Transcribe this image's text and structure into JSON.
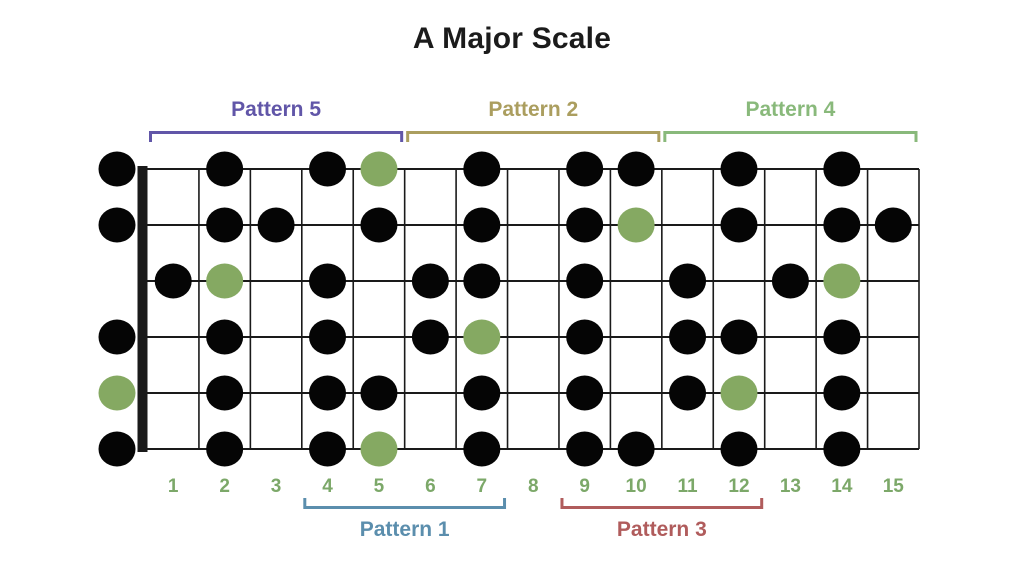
{
  "title": "A Major Scale",
  "colors": {
    "title_text": "#1b1b1b",
    "note_dot": "#050505",
    "root_dot": "#85a962",
    "fret_number": "#7ca869",
    "line": "#1a1a1a"
  },
  "fretboard": {
    "string_count": 6,
    "fret_count": 15,
    "has_open_string_column": true,
    "fret_numbers": [
      "1",
      "2",
      "3",
      "4",
      "5",
      "6",
      "7",
      "8",
      "9",
      "10",
      "11",
      "12",
      "13",
      "14",
      "15"
    ]
  },
  "dots": [
    {
      "string": 1,
      "fret": 0,
      "root": false
    },
    {
      "string": 1,
      "fret": 2,
      "root": false
    },
    {
      "string": 1,
      "fret": 4,
      "root": false
    },
    {
      "string": 1,
      "fret": 5,
      "root": true
    },
    {
      "string": 1,
      "fret": 7,
      "root": false
    },
    {
      "string": 1,
      "fret": 9,
      "root": false
    },
    {
      "string": 1,
      "fret": 10,
      "root": false
    },
    {
      "string": 1,
      "fret": 12,
      "root": false
    },
    {
      "string": 1,
      "fret": 14,
      "root": false
    },
    {
      "string": 2,
      "fret": 0,
      "root": false
    },
    {
      "string": 2,
      "fret": 2,
      "root": false
    },
    {
      "string": 2,
      "fret": 3,
      "root": false
    },
    {
      "string": 2,
      "fret": 5,
      "root": false
    },
    {
      "string": 2,
      "fret": 7,
      "root": false
    },
    {
      "string": 2,
      "fret": 9,
      "root": false
    },
    {
      "string": 2,
      "fret": 10,
      "root": true
    },
    {
      "string": 2,
      "fret": 12,
      "root": false
    },
    {
      "string": 2,
      "fret": 14,
      "root": false
    },
    {
      "string": 2,
      "fret": 15,
      "root": false
    },
    {
      "string": 3,
      "fret": 1,
      "root": false
    },
    {
      "string": 3,
      "fret": 2,
      "root": true
    },
    {
      "string": 3,
      "fret": 4,
      "root": false
    },
    {
      "string": 3,
      "fret": 6,
      "root": false
    },
    {
      "string": 3,
      "fret": 7,
      "root": false
    },
    {
      "string": 3,
      "fret": 9,
      "root": false
    },
    {
      "string": 3,
      "fret": 11,
      "root": false
    },
    {
      "string": 3,
      "fret": 13,
      "root": false
    },
    {
      "string": 3,
      "fret": 14,
      "root": true
    },
    {
      "string": 4,
      "fret": 0,
      "root": false
    },
    {
      "string": 4,
      "fret": 2,
      "root": false
    },
    {
      "string": 4,
      "fret": 4,
      "root": false
    },
    {
      "string": 4,
      "fret": 6,
      "root": false
    },
    {
      "string": 4,
      "fret": 7,
      "root": true
    },
    {
      "string": 4,
      "fret": 9,
      "root": false
    },
    {
      "string": 4,
      "fret": 11,
      "root": false
    },
    {
      "string": 4,
      "fret": 12,
      "root": false
    },
    {
      "string": 4,
      "fret": 14,
      "root": false
    },
    {
      "string": 5,
      "fret": 0,
      "root": true
    },
    {
      "string": 5,
      "fret": 2,
      "root": false
    },
    {
      "string": 5,
      "fret": 4,
      "root": false
    },
    {
      "string": 5,
      "fret": 5,
      "root": false
    },
    {
      "string": 5,
      "fret": 7,
      "root": false
    },
    {
      "string": 5,
      "fret": 9,
      "root": false
    },
    {
      "string": 5,
      "fret": 11,
      "root": false
    },
    {
      "string": 5,
      "fret": 12,
      "root": true
    },
    {
      "string": 5,
      "fret": 14,
      "root": false
    },
    {
      "string": 6,
      "fret": 0,
      "root": false
    },
    {
      "string": 6,
      "fret": 2,
      "root": false
    },
    {
      "string": 6,
      "fret": 4,
      "root": false
    },
    {
      "string": 6,
      "fret": 5,
      "root": true
    },
    {
      "string": 6,
      "fret": 7,
      "root": false
    },
    {
      "string": 6,
      "fret": 9,
      "root": false
    },
    {
      "string": 6,
      "fret": 10,
      "root": false
    },
    {
      "string": 6,
      "fret": 12,
      "root": false
    },
    {
      "string": 6,
      "fret": 14,
      "root": false
    }
  ],
  "patterns": {
    "top": [
      {
        "label": "Pattern 5",
        "color": "#6156a8",
        "fret_start": 1,
        "fret_end": 5
      },
      {
        "label": "Pattern 2",
        "color": "#ab9e5f",
        "fret_start": 6,
        "fret_end": 10
      },
      {
        "label": "Pattern 4",
        "color": "#89b97b",
        "fret_start": 11,
        "fret_end": 15
      }
    ],
    "bottom": [
      {
        "label": "Pattern 1",
        "color": "#5b8ead",
        "fret_start": 4,
        "fret_end": 7
      },
      {
        "label": "Pattern 3",
        "color": "#b05c5c",
        "fret_start": 9,
        "fret_end": 12
      }
    ]
  }
}
